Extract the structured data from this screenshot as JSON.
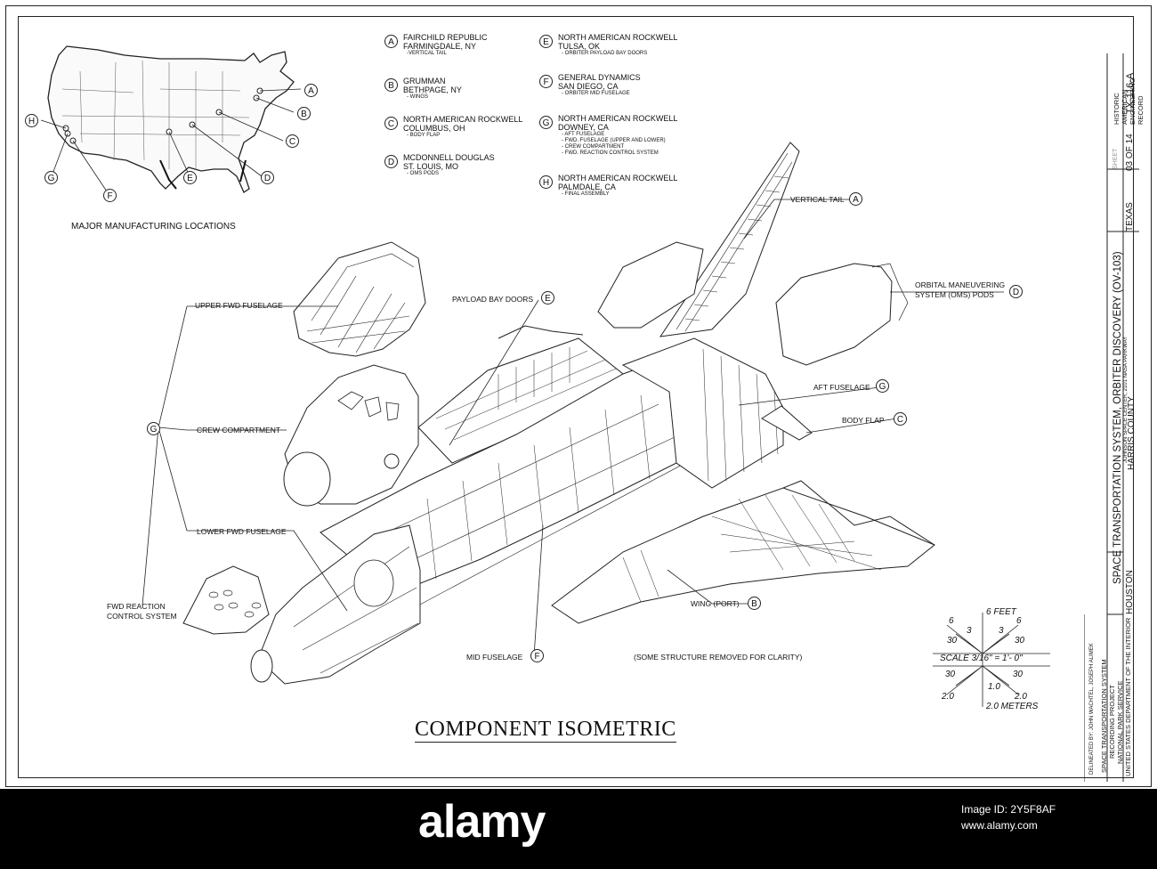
{
  "map": {
    "title": "MAJOR MANUFACTURING LOCATIONS",
    "markers": [
      "A",
      "B",
      "C",
      "D",
      "E",
      "F",
      "G",
      "H"
    ]
  },
  "manufacturers": [
    {
      "id": "A",
      "name": "FAIRCHILD REPUBLIC",
      "place": "FARMINGDALE, NY",
      "items": [
        "-VERTICAL TAIL"
      ]
    },
    {
      "id": "B",
      "name": "GRUMMAN",
      "place": "BETHPAGE, NY",
      "items": [
        "- WINGS"
      ]
    },
    {
      "id": "C",
      "name": "NORTH AMERICAN ROCKWELL",
      "place": "COLUMBUS, OH",
      "items": [
        "- BODY FLAP"
      ]
    },
    {
      "id": "D",
      "name": "MCDONNELL DOUGLAS",
      "place": "ST. LOUIS, MO",
      "items": [
        "- OMS PODS"
      ]
    },
    {
      "id": "E",
      "name": "NORTH AMERICAN ROCKWELL",
      "place": "TULSA, OK",
      "items": [
        "- ORBITER PAYLOAD BAY DOORS"
      ]
    },
    {
      "id": "F",
      "name": "GENERAL DYNAMICS",
      "place": "SAN DIEGO, CA",
      "items": [
        "- ORBITER MID FUSELAGE"
      ]
    },
    {
      "id": "G",
      "name": "NORTH AMERICAN ROCKWELL",
      "place": "DOWNEY, CA",
      "items": [
        "- AFT FUSELAGE",
        "- FWD. FUSELAGE (UPPER AND LOWER)",
        "- CREW COMPARTMENT",
        "- FWD. REACTION CONTROL SYSTEM"
      ]
    },
    {
      "id": "H",
      "name": "NORTH AMERICAN ROCKWELL",
      "place": "PALMDALE, CA",
      "items": [
        "- FINAL ASSEMBLY"
      ]
    }
  ],
  "callouts": {
    "vertical_tail": "VERTICAL TAIL",
    "oms_pods_1": "ORBITAL MANEUVERING",
    "oms_pods_2": "SYSTEM (OMS) PODS",
    "aft_fuselage": "AFT FUSELAGE",
    "body_flap": "BODY FLAP",
    "payload_bay_doors": "PAYLOAD BAY DOORS",
    "upper_fwd_fuselage": "UPPER FWD FUSELAGE",
    "crew_compartment": "CREW COMPARTMENT",
    "lower_fwd_fuselage": "LOWER FWD FUSELAGE",
    "fwd_rcs_1": "FWD REACTION",
    "fwd_rcs_2": "CONTROL SYSTEM",
    "wing_port": "WING (PORT)",
    "mid_fuselage": "MID FUSELAGE",
    "note": "(SOME STRUCTURE REMOVED FOR CLARITY)"
  },
  "callout_letters": {
    "vertical_tail": "A",
    "oms": "D",
    "aft": "G",
    "body_flap": "C",
    "payload": "E",
    "group_g": "G",
    "wing": "B",
    "mid": "F"
  },
  "scale": {
    "feet_label": "6 FEET",
    "meters_label": "2.0 METERS",
    "scale_text": "SCALE   3/16\" = 1'- 0\"",
    "ft_ticks": [
      "6",
      "3",
      "3",
      "6",
      "30",
      "30"
    ],
    "m_ticks": [
      "30",
      "30",
      "1.0",
      "2.0",
      "2.0"
    ]
  },
  "drawing_title": "COMPONENT ISOMETRIC",
  "title_block": {
    "main_title": "SPACE TRANSPORTATION SYSTEM, ORBITER DISCOVERY (OV-103)",
    "address": "JOHNSON SPACE CENTER, 2101 NASA PARKWAY",
    "city": "HOUSTON",
    "county": "HARRIS COUNTY",
    "state": "TEXAS",
    "agency": "HISTORIC AMERICAN ENGINEERING RECORD",
    "record_no": "TX-116-A",
    "sheet_label": "SHEET",
    "sheet_no": "03 OF 14",
    "delineated": "DELINEATED BY:  JOHN WACHTEL, JOSEPH ALIMEK",
    "project_1": "SPACE TRANSPORTATION SYSTEM",
    "project_2": "RECORDING PROJECT",
    "project_3": "NATIONAL PARK SERVICE",
    "project_4": "UNITED STATES DEPARTMENT OF THE INTERIOR"
  },
  "watermark": {
    "brand": "alamy",
    "image_id": "Image ID: 2Y5F8AF",
    "site": "www.alamy.com"
  }
}
